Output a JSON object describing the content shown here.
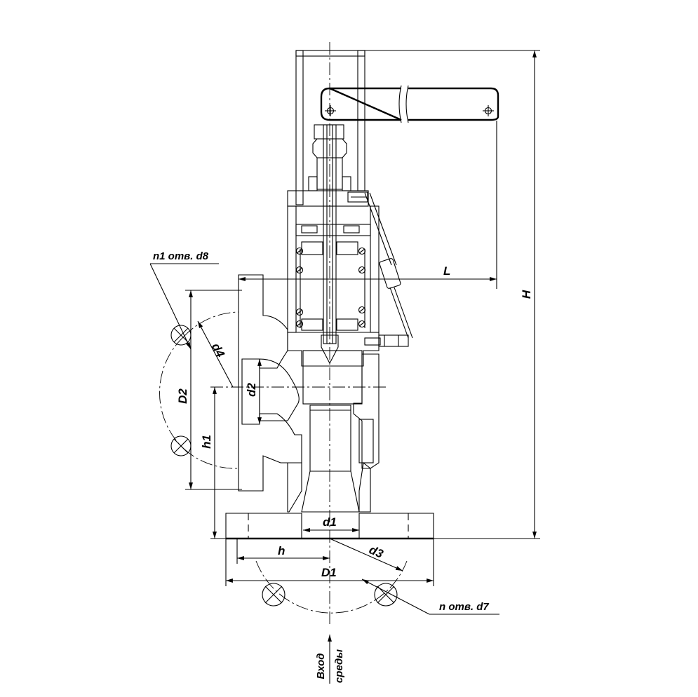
{
  "diagram": {
    "labels": {
      "H": "H",
      "L": "L",
      "D2": "D2",
      "d4": "d4",
      "d2": "d2",
      "h1": "h1",
      "d1": "d1",
      "h": "h",
      "d3": "d3",
      "D1": "D1",
      "n1_holes": "n1 отв. d8",
      "n_holes": "n отв. d7",
      "inlet_line1": "Вход",
      "inlet_line2": "среды"
    },
    "colors": {
      "stroke": "#000000",
      "background": "#ffffff"
    }
  }
}
